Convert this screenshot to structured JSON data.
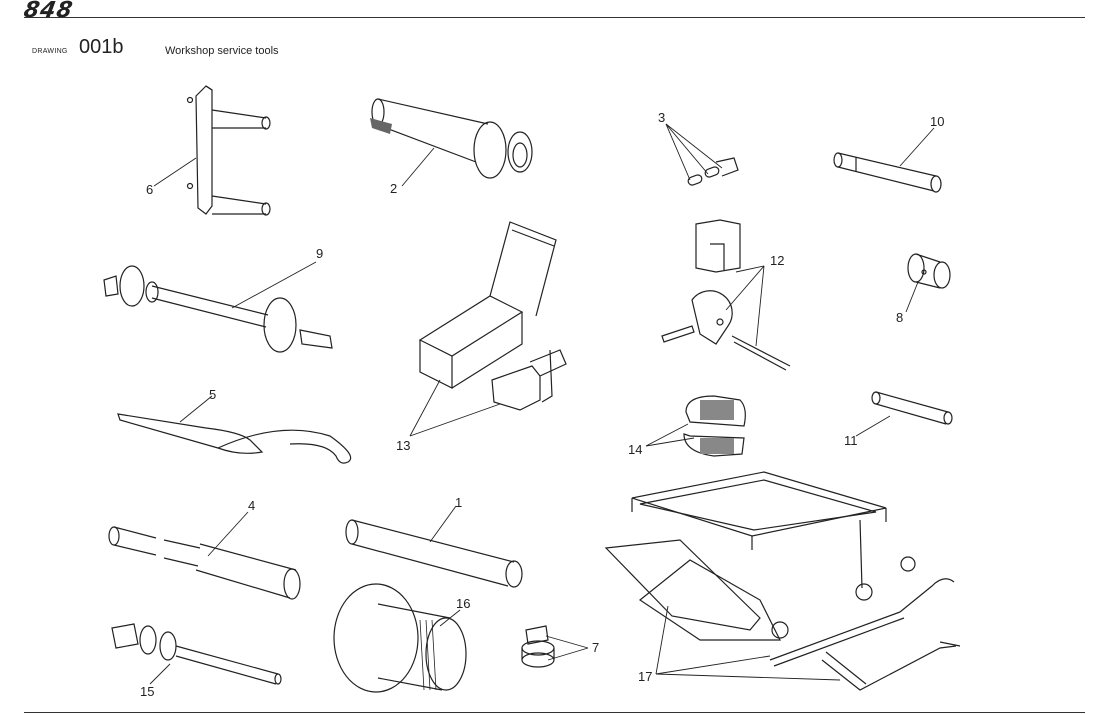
{
  "header": {
    "brand": "848",
    "drawing_label": "DRAWING",
    "drawing_number": "001b",
    "title": "Workshop service tools"
  },
  "callouts": [
    "1",
    "2",
    "3",
    "4",
    "5",
    "6",
    "7",
    "8",
    "9",
    "10",
    "11",
    "12",
    "13",
    "14",
    "15",
    "16",
    "17"
  ]
}
